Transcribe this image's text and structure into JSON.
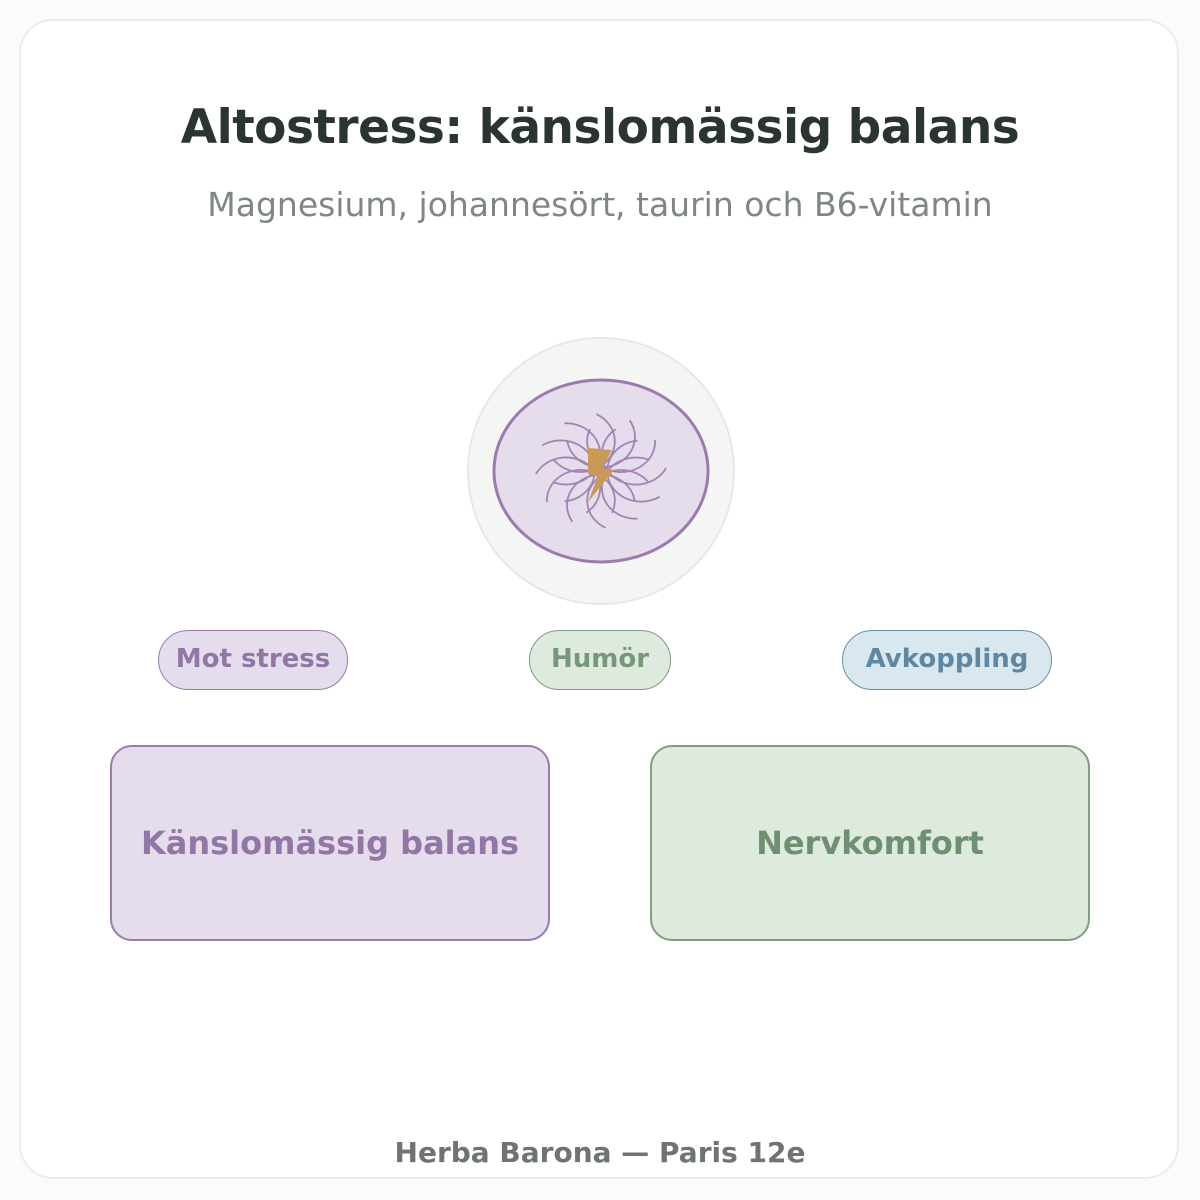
{
  "header": {
    "title": "Altostress: känslomässig balans",
    "subtitle": "Magnesium, johannesört, taurin och B6-vitamin"
  },
  "emblem": {
    "icon": "lightning-bolt-icon",
    "ring_color": "#9b7baf",
    "fill_color": "#e5dcec",
    "bolt_color": "#c99a55"
  },
  "tags": [
    {
      "label": "Mot stress",
      "color": "#9b7baf"
    },
    {
      "label": "Humör",
      "color": "#7f9e80"
    },
    {
      "label": "Avkoppling",
      "color": "#6a8fa7"
    }
  ],
  "benefits": [
    {
      "label": "Känslomässig balans",
      "color": "#9b7baf"
    },
    {
      "label": "Nervkomfort",
      "color": "#7f9e80"
    }
  ],
  "footer": {
    "text": "Herba Barona — Paris 12e"
  }
}
